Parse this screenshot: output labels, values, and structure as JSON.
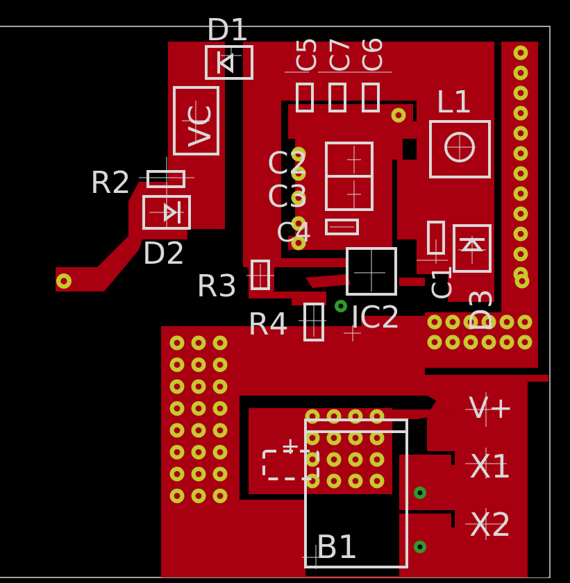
{
  "title": "",
  "colors": {
    "background": "#000000",
    "copper": "#a80010",
    "pad": "#c8c830",
    "via": "#2f9a2f",
    "silkscreen": "#d9d9d9"
  },
  "components": {
    "D1": "D1",
    "VC": "VC",
    "C5": "C5",
    "C7": "C7",
    "C6": "C6",
    "L1": "L1",
    "R2": "R2",
    "C2": "C2",
    "C3": "C3",
    "C4": "C4",
    "D2": "D2",
    "R3": "R3",
    "R4": "R4",
    "IC2": "IC2",
    "C1": "C1",
    "D3": "D3",
    "Vplus": "V+",
    "X1": "X1",
    "X2": "X2",
    "B1": "B1",
    "plus": "+"
  }
}
